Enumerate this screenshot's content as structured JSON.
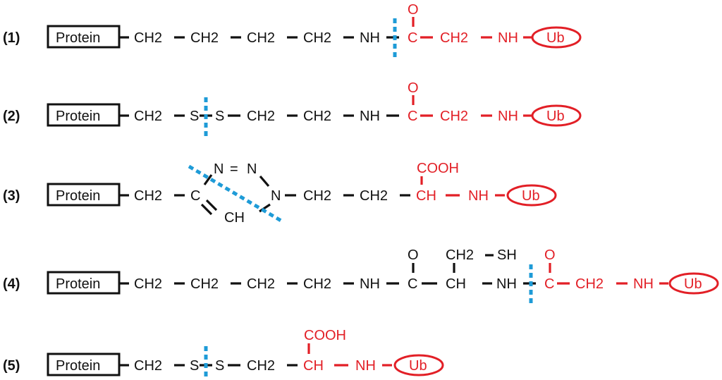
{
  "diagram": {
    "rows": [
      {
        "number": "(1)",
        "chain": [
          {
            "text": "Protein",
            "color": "black",
            "boxed": true
          },
          {
            "text": "CH2",
            "color": "black"
          },
          {
            "text": "CH2",
            "color": "black"
          },
          {
            "text": "CH2",
            "color": "black"
          },
          {
            "text": "CH2",
            "color": "black"
          },
          {
            "text": "NH",
            "color": "black"
          },
          {
            "text": "C",
            "color": "red"
          },
          {
            "text": "CH2",
            "color": "red"
          },
          {
            "text": "NH",
            "color": "red"
          },
          {
            "text": "Ub",
            "color": "red",
            "oval": true
          }
        ],
        "substituents": [
          {
            "text": "O",
            "color": "red"
          }
        ]
      },
      {
        "number": "(2)",
        "chain": [
          {
            "text": "Protein",
            "color": "black",
            "boxed": true
          },
          {
            "text": "CH2",
            "color": "black"
          },
          {
            "text": "S",
            "color": "black"
          },
          {
            "text": "S",
            "color": "black"
          },
          {
            "text": "CH2",
            "color": "black"
          },
          {
            "text": "CH2",
            "color": "black"
          },
          {
            "text": "NH",
            "color": "black"
          },
          {
            "text": "C",
            "color": "red"
          },
          {
            "text": "CH2",
            "color": "red"
          },
          {
            "text": "NH",
            "color": "red"
          },
          {
            "text": "Ub",
            "color": "red",
            "oval": true
          }
        ],
        "substituents": [
          {
            "text": "O",
            "color": "red"
          }
        ]
      },
      {
        "number": "(3)",
        "chain": [
          {
            "text": "Protein",
            "color": "black",
            "boxed": true
          },
          {
            "text": "CH2",
            "color": "black"
          },
          {
            "text": "C",
            "color": "black"
          },
          {
            "text": "N",
            "color": "black"
          },
          {
            "text": "CH2",
            "color": "black"
          },
          {
            "text": "CH2",
            "color": "black"
          },
          {
            "text": "CH",
            "color": "red"
          },
          {
            "text": "NH",
            "color": "red"
          },
          {
            "text": "Ub",
            "color": "red",
            "oval": true
          }
        ],
        "ring": [
          {
            "text": "N",
            "color": "black"
          },
          {
            "text": "=",
            "color": "black"
          },
          {
            "text": "N",
            "color": "black"
          },
          {
            "text": "CH",
            "color": "black"
          }
        ],
        "substituents": [
          {
            "text": "COOH",
            "color": "red"
          }
        ]
      },
      {
        "number": "(4)",
        "chain": [
          {
            "text": "Protein",
            "color": "black",
            "boxed": true
          },
          {
            "text": "CH2",
            "color": "black"
          },
          {
            "text": "CH2",
            "color": "black"
          },
          {
            "text": "CH2",
            "color": "black"
          },
          {
            "text": "CH2",
            "color": "black"
          },
          {
            "text": "NH",
            "color": "black"
          },
          {
            "text": "C",
            "color": "black"
          },
          {
            "text": "CH",
            "color": "black"
          },
          {
            "text": "NH",
            "color": "black"
          },
          {
            "text": "C",
            "color": "red"
          },
          {
            "text": "CH2",
            "color": "red"
          },
          {
            "text": "NH",
            "color": "red"
          },
          {
            "text": "Ub",
            "color": "red",
            "oval": true
          }
        ],
        "substituents": [
          {
            "text": "O",
            "color": "black"
          },
          {
            "text": "CH2",
            "color": "black"
          },
          {
            "text": "SH",
            "color": "black"
          },
          {
            "text": "O",
            "color": "red"
          }
        ]
      },
      {
        "number": "(5)",
        "chain": [
          {
            "text": "Protein",
            "color": "black",
            "boxed": true
          },
          {
            "text": "CH2",
            "color": "black"
          },
          {
            "text": "S",
            "color": "black"
          },
          {
            "text": "S",
            "color": "black"
          },
          {
            "text": "CH2",
            "color": "black"
          },
          {
            "text": "CH",
            "color": "red"
          },
          {
            "text": "NH",
            "color": "red"
          },
          {
            "text": "Ub",
            "color": "red",
            "oval": true
          }
        ],
        "substituents": [
          {
            "text": "COOH",
            "color": "red"
          }
        ]
      }
    ],
    "colors": {
      "black": "#111111",
      "red": "#e21f26",
      "cleavage_marker": "#1e9bd7",
      "background": "#ffffff"
    }
  }
}
